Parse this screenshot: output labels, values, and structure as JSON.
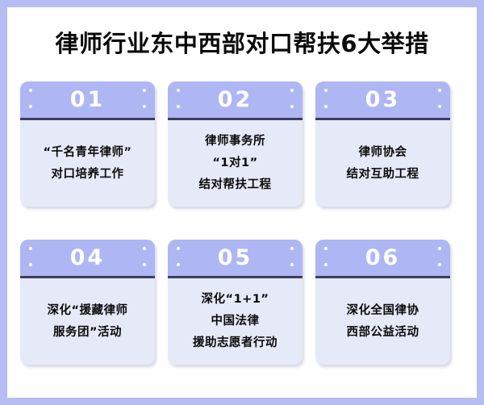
{
  "poster": {
    "title": "律师行业东中西部对口帮扶6大举措",
    "background_color": "#ffffff",
    "frame_color": "#b6bdf2",
    "header_color": "#aeb6f3",
    "body_color": "#e6e9f8",
    "divider_color": "#3b3f5e",
    "number_color": "#ffffff",
    "text_color": "#0a0a0a"
  },
  "cards": [
    {
      "number": "01",
      "lines": [
        "“千名青年律师”",
        "对口培养工作"
      ]
    },
    {
      "number": "02",
      "lines": [
        "律师事务所",
        "“1对1”",
        "结对帮扶工程"
      ]
    },
    {
      "number": "03",
      "lines": [
        "律师协会",
        "结对互助工程"
      ]
    },
    {
      "number": "04",
      "lines": [
        "深化“援藏律师",
        "服务团”活动"
      ]
    },
    {
      "number": "05",
      "lines": [
        "深化“1+1”",
        "中国法律",
        "援助志愿者行动"
      ]
    },
    {
      "number": "06",
      "lines": [
        "深化全国律协",
        "西部公益活动"
      ]
    }
  ]
}
